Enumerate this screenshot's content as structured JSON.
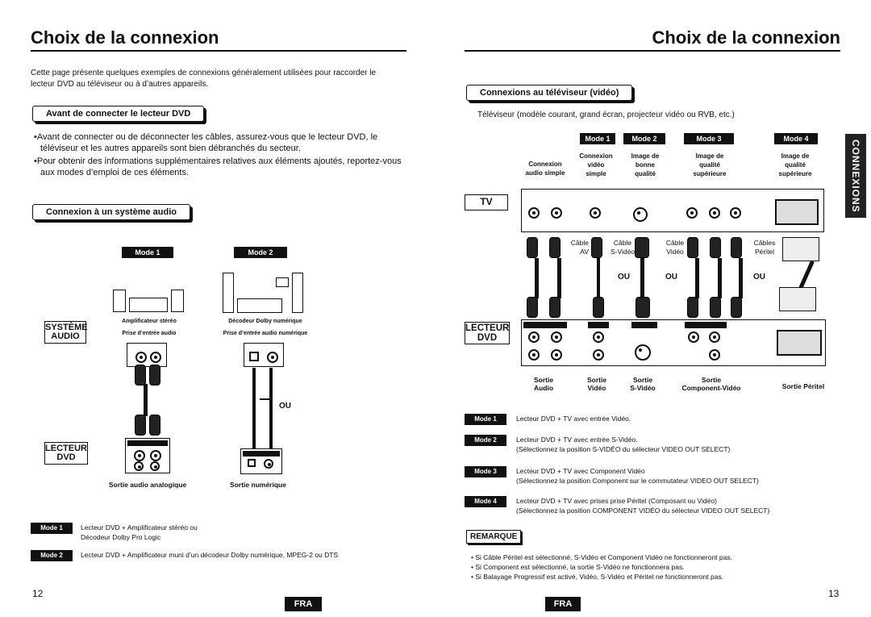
{
  "left": {
    "title": "Choix de la connexion",
    "intro": "Cette page présente quelques exemples de connexions généralement utilisées pour raccorder le lecteur DVD au téléviseur ou à d’autres appareils.",
    "section1": "Avant de connecter le lecteur DVD",
    "bullets": [
      "Avant de connecter ou de déconnecter les câbles, assurez-vous que le lecteur DVD, le téléviseur et les autres appareils sont bien débranchés du secteur.",
      "Pour obtenir des informations supplémentaires relatives aux éléments ajoutés, reportez-vous aux modes d’emploi de ces éléments."
    ],
    "section2": "Connexion à un système audio",
    "mode1": "Mode 1",
    "mode2": "Mode 2",
    "amp_label": "Amplificateur stéréo",
    "amp_input": "Prise d’entrée audio",
    "decoder_label": "Décodeur Dolby numérique",
    "decoder_input": "Prise d’entrée audio numérique",
    "systeme_audio_1": "SYSTÈME",
    "systeme_audio_2": "AUDIO",
    "ou": "OU",
    "lecteur": "LECTEUR",
    "dvd": "DVD",
    "analog_out": "Sortie audio analogique",
    "digital_out": "Sortie numérique",
    "notes": [
      {
        "mode": "Mode 1",
        "line1": "Lecteur DVD + Amplificateur stéréo ou",
        "line2": "Décodeur Dolby Pro Logic"
      },
      {
        "mode": "Mode 2",
        "line1": "Lecteur DVD + Amplificateur muni d’un décodeur Dolby numérique, MPEG-2 ou DTS",
        "line2": ""
      }
    ],
    "page_number": "12",
    "lang": "FRA"
  },
  "right": {
    "title": "Choix de la connexion",
    "section": "Connexions au téléviseur (vidéo)",
    "tv_desc": "Téléviseur (modèle courant, grand écran, projecteur vidéo ou RVB, etc.)",
    "modes": [
      "Mode 1",
      "Mode 2",
      "Mode 3",
      "Mode 4"
    ],
    "mode_desc": [
      {
        "l1": "Connexion",
        "l2": "audio simple",
        "l3": ""
      },
      {
        "l1": "Connexion",
        "l2": "vidéo",
        "l3": "simple"
      },
      {
        "l1": "Image de",
        "l2": "bonne",
        "l3": "qualité"
      },
      {
        "l1": "Image de",
        "l2": "qualité",
        "l3": "supérieure"
      },
      {
        "l1": "Image de",
        "l2": "qualité",
        "l3": "supérieure"
      }
    ],
    "tv": "TV",
    "cable_labels": {
      "cable_av_1": "Câble",
      "cable_av_2": "AV",
      "cable_sv_1": "Câble",
      "cable_sv_2": "S-Vidéo",
      "cable_v_1": "Câble",
      "cable_v_2": "Vidéo",
      "cable_p_1": "Câbles",
      "cable_p_2": "Péritel"
    },
    "ou": "OU",
    "lecteur": "LECTEUR",
    "dvd": "DVD",
    "outputs": [
      {
        "l1": "Sortie",
        "l2": "Audio"
      },
      {
        "l1": "Sortie",
        "l2": "Vidéo"
      },
      {
        "l1": "Sortie",
        "l2": "S-Vidéo"
      },
      {
        "l1": "Sortie",
        "l2": "Component-Vidéo"
      },
      {
        "l1": "Sortie Péritel",
        "l2": ""
      }
    ],
    "notes": [
      {
        "mode": "Mode 1",
        "line1": "Lecteur DVD + TV avec entrée Vidéo.",
        "line2": ""
      },
      {
        "mode": "Mode 2",
        "line1": "Lecteur DVD + TV avec entrée S-Vidéo.",
        "line2": "(Sélectionnez la position S-VIDÉO du sélecteur VIDEO OUT SELECT)"
      },
      {
        "mode": "Mode 3",
        "line1": "Lecteur DVD + TV avec Component Vidéo",
        "line2": "(Sélectionnez la position Component sur le commutateur VIDEO OUT SELECT)"
      },
      {
        "mode": "Mode 4",
        "line1": "Lecteur DVD + TV avec prises prise Péritel (Composant ou Vidéo)",
        "line2": "(Sélectionnez la position  COMPONENT VIDÉO du sélecteur VIDEO OUT SELECT)"
      }
    ],
    "remarque": "REMARQUE",
    "remarks": [
      "• Si Câble Péritel est sélectionné, S-Vidéo et Component Vidéo ne fonctionneront pas.",
      "• Si Component est sélectionné, la sortie S-Vidéo ne fonctionnera pas.",
      "• Si Balayage Progressif est activé, Vidéo, S-Vidéo et Péritel ne fonctionneront pas."
    ],
    "side_tab": "CONNEXIONS",
    "page_number": "13",
    "lang": "FRA"
  }
}
